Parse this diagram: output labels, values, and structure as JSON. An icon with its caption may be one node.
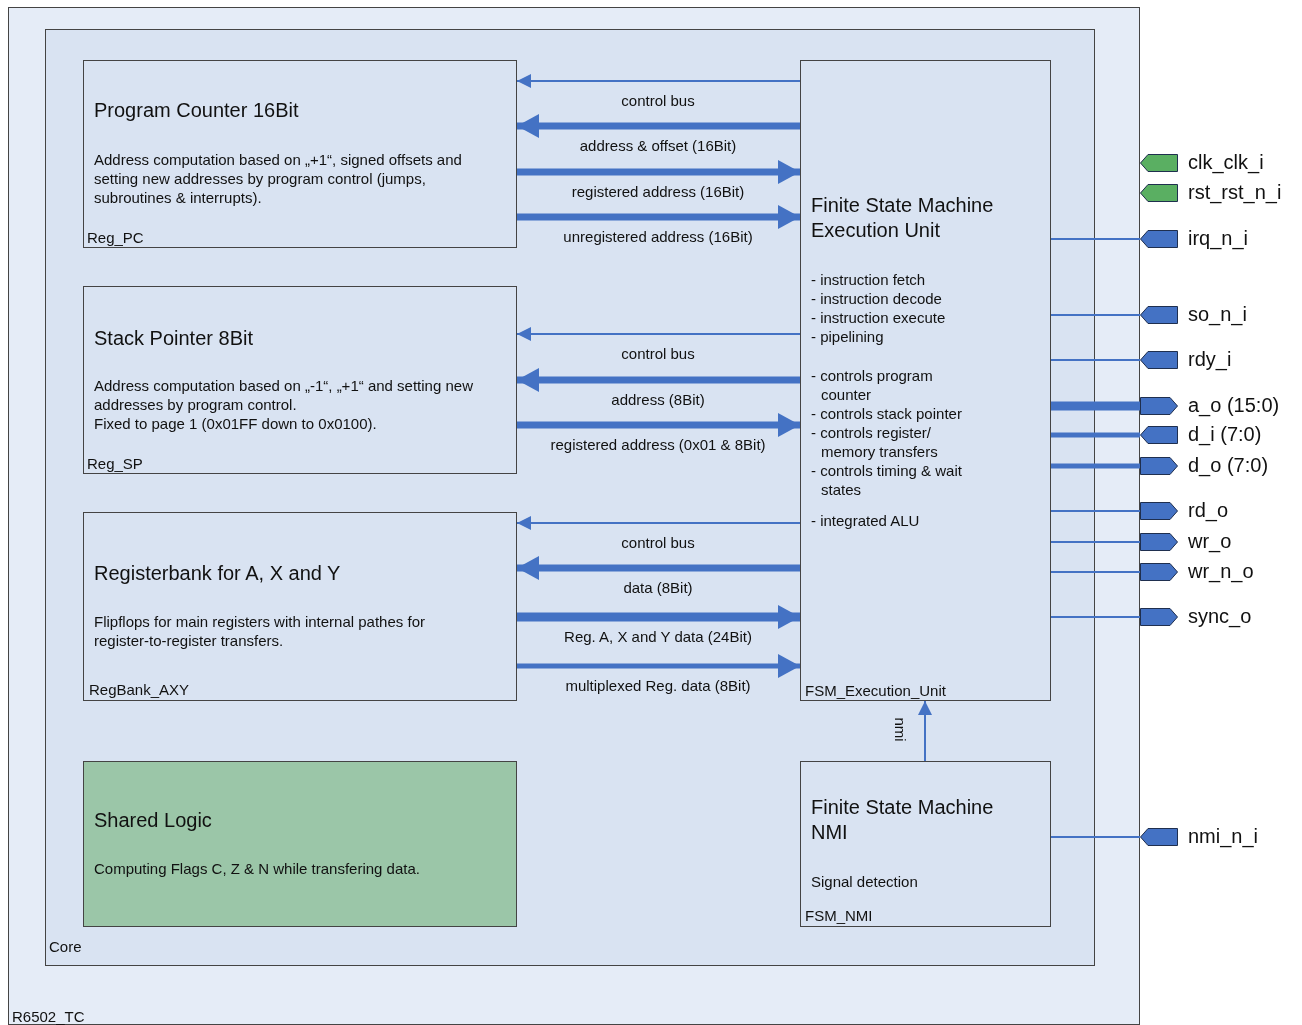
{
  "diagram": {
    "nodes": [
      {
        "text": [
          "R6502_TC"
        ]
      },
      {
        "text": [
          "Core"
        ],
        "in": 0
      },
      {
        "text": [
          "Program Counter 16Bit",
          "Address computation based on „+1“, signed offsets and setting new addresses by program control (jumps, subroutines & interrupts).",
          "Reg_PC"
        ],
        "in": 1
      },
      {
        "text": [
          "Stack Pointer 8Bit",
          "Address computation based on „-1“, „+1“ and setting new addresses by program control.",
          "Fixed to page 1 (0x01FF down to 0x0100).",
          "Reg_SP"
        ],
        "in": 1
      },
      {
        "text": [
          "Registerbank for A, X and Y",
          "Flipflops for main registers with internal pathes for register-to-register transfers.",
          "RegBank_AXY"
        ],
        "in": 1
      },
      {
        "text": [
          "Shared Logic",
          "Computing Flags C, Z & N while transfering data."
        ],
        "in": 1
      },
      {
        "text": [
          "Finite State Machine Execution Unit",
          "- instruction fetch",
          "- instruction decode",
          "- instruction execute",
          "- pipelining",
          "- controls program counter",
          "- controls stack pointer",
          "- controls register/ memory transfers",
          "- controls timing & wait states",
          "- integrated ALU",
          "FSM_Execution_Unit"
        ],
        "in": 1
      },
      {
        "text": [
          "Finite State Machine NMI",
          "Signal detection",
          "FSM_NMI"
        ],
        "in": 1
      },
      {
        "text": [
          "clk_clk_i"
        ]
      },
      {
        "text": [
          "rst_rst_n_i"
        ]
      },
      {
        "text": [
          "irq_n_i"
        ]
      },
      {
        "text": [
          "so_n_i"
        ]
      },
      {
        "text": [
          "rdy_i"
        ]
      },
      {
        "text": [
          "a_o (15:0)"
        ]
      },
      {
        "text": [
          "d_i (7:0)"
        ]
      },
      {
        "text": [
          "d_o (7:0)"
        ]
      },
      {
        "text": [
          "rd_o"
        ]
      },
      {
        "text": [
          "wr_o"
        ]
      },
      {
        "text": [
          "wr_n_o"
        ]
      },
      {
        "text": [
          "sync_o"
        ]
      },
      {
        "text": [
          "nmi_n_i"
        ]
      }
    ],
    "edges": [
      {
        "from": 6,
        "to": 2,
        "arrow": "to",
        "label": "control bus"
      },
      {
        "from": 6,
        "to": 2,
        "arrow": "to",
        "label": "address & offset (16Bit)",
        "style": "thick"
      },
      {
        "from": 2,
        "to": 6,
        "arrow": "to",
        "label": "registered address (16Bit)",
        "style": "thick"
      },
      {
        "from": 2,
        "to": 6,
        "arrow": "to",
        "label": "unregistered address (16Bit)",
        "style": "thick"
      },
      {
        "from": 6,
        "to": 3,
        "arrow": "to",
        "label": "control bus"
      },
      {
        "from": 6,
        "to": 3,
        "arrow": "to",
        "label": "address (8Bit)",
        "style": "thick"
      },
      {
        "from": 3,
        "to": 6,
        "arrow": "to",
        "label": "registered address (0x01 & 8Bit)",
        "style": "thick"
      },
      {
        "from": 6,
        "to": 4,
        "arrow": "to",
        "label": "control bus"
      },
      {
        "from": 6,
        "to": 4,
        "arrow": "to",
        "label": "data (8Bit)",
        "style": "thick"
      },
      {
        "from": 4,
        "to": 6,
        "arrow": "to",
        "label": "Reg. A, X and Y data (24Bit)",
        "style": "thick"
      },
      {
        "from": 4,
        "to": 6,
        "arrow": "to",
        "label": "multiplexed Reg. data (8Bit)",
        "style": "thick"
      },
      {
        "from": 7,
        "to": 6,
        "arrow": "to",
        "label": "nmi"
      },
      {
        "from": 10,
        "to": 6,
        "arrow": "none"
      },
      {
        "from": 11,
        "to": 6,
        "arrow": "none"
      },
      {
        "from": 12,
        "to": 6,
        "arrow": "none"
      },
      {
        "from": 6,
        "to": 13,
        "arrow": "none",
        "style": "thick"
      },
      {
        "from": 14,
        "to": 6,
        "arrow": "none",
        "style": "thick"
      },
      {
        "from": 6,
        "to": 15,
        "arrow": "none",
        "style": "thick"
      },
      {
        "from": 6,
        "to": 16,
        "arrow": "none"
      },
      {
        "from": 6,
        "to": 17,
        "arrow": "none"
      },
      {
        "from": 6,
        "to": 18,
        "arrow": "none"
      },
      {
        "from": 6,
        "to": 19,
        "arrow": "none"
      },
      {
        "from": 20,
        "to": 7,
        "arrow": "none"
      }
    ]
  }
}
